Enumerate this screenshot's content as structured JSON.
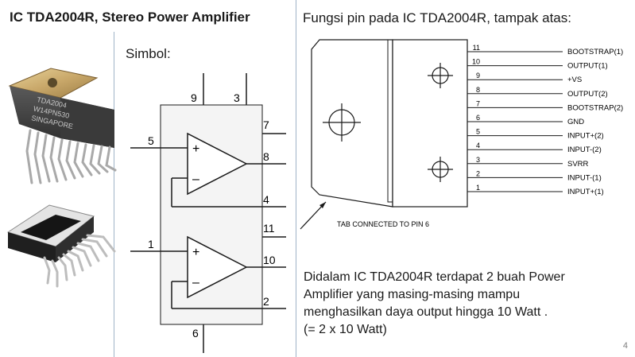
{
  "title": "IC TDA2004R, Stereo Power Amplifier",
  "subtitle": "Fungsi pin pada IC TDA2004R, tampak atas:",
  "symbol_label": "Simbol:",
  "chip_photo_text": [
    "TDA2004",
    "W14PN530",
    "SINGAPORE"
  ],
  "schematic_pins": {
    "top": [
      "9",
      "3"
    ],
    "bottom": "6",
    "left": [
      "5",
      "1"
    ],
    "right": [
      "7",
      "8",
      "4",
      "11",
      "10",
      "2"
    ]
  },
  "pinout": [
    {
      "num": "11",
      "name": "BOOTSTRAP(1)"
    },
    {
      "num": "10",
      "name": "OUTPUT(1)"
    },
    {
      "num": "9",
      "name": "+VS"
    },
    {
      "num": "8",
      "name": "OUTPUT(2)"
    },
    {
      "num": "7",
      "name": "BOOTSTRAP(2)"
    },
    {
      "num": "6",
      "name": "GND"
    },
    {
      "num": "5",
      "name": "INPUT+(2)"
    },
    {
      "num": "4",
      "name": "INPUT-(2)"
    },
    {
      "num": "3",
      "name": "SVRR"
    },
    {
      "num": "2",
      "name": "INPUT-(1)"
    },
    {
      "num": "1",
      "name": "INPUT+(1)"
    }
  ],
  "tab_note": "TAB CONNECTED TO PIN 6",
  "description": [
    "Didalam IC TDA2004R terdapat 2 buah Power",
    "Amplifier yang masing-masing mampu",
    "menghasilkan daya output hingga 10 Watt .",
    "(= 2 x 10 Watt)"
  ],
  "page_number": "4",
  "colors": {
    "divider": "#9fb4c8",
    "line": "#1a1a1a",
    "chip_box": "#f5f5f5"
  }
}
